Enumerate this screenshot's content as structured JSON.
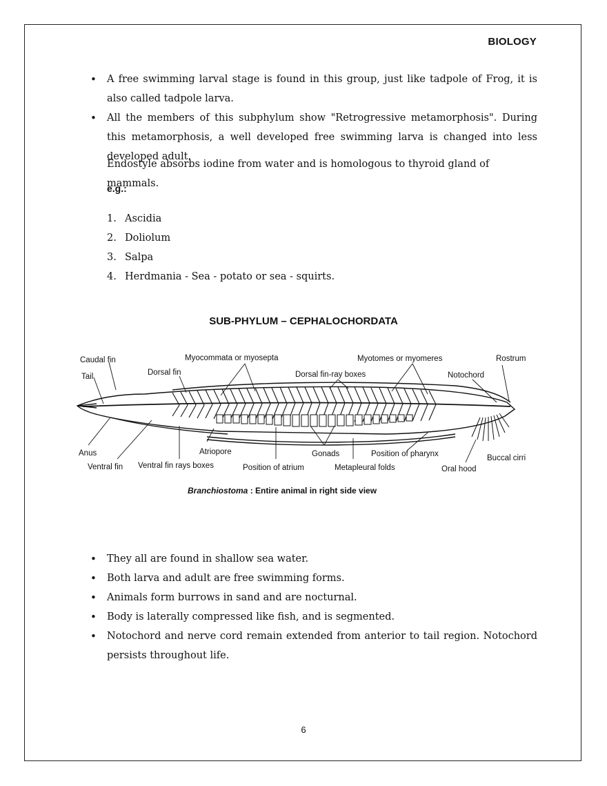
{
  "header": {
    "subject": "BIOLOGY"
  },
  "intro_bullets": [
    "A free swimming larval stage is found in this group, just like tadpole of Frog, it is also called tadpole larva.",
    "All the members of this subphylum show \"Retrogressive metamorphosis\". During this metamorphosis, a well developed free swimming larva is changed into less developed adult."
  ],
  "endostyle_note": "Endostyle absorbs iodine from water and is homologous to thyroid gland of mammals.",
  "examples": {
    "label": "e.g.:",
    "items": [
      {
        "num": "1.",
        "text": "Ascidia"
      },
      {
        "num": "2.",
        "text": "Doliolum"
      },
      {
        "num": "3.",
        "text": "Salpa"
      },
      {
        "num": "4.",
        "text": "Herdmania - Sea - potato or sea - squirts."
      }
    ]
  },
  "section_title": "SUB-PHYLUM – CEPHALOCHORDATA",
  "figure": {
    "labels": {
      "caudal_fin": "Caudal fin",
      "tail": "Tail",
      "dorsal_fin": "Dorsal fin",
      "myocommata": "Myocommata or myosepta",
      "dorsal_fin_ray_boxes": "Dorsal fin-ray boxes",
      "myotomes": "Myotomes or myomeres",
      "rostrum": "Rostrum",
      "notochord": "Notochord",
      "anus": "Anus",
      "ventral_fin": "Ventral fin",
      "ventral_fin_rays": "Ventral fin rays boxes",
      "atriopore": "Atriopore",
      "position_of_atrium": "Position of atrium",
      "gonads": "Gonads",
      "position_of_pharynx": "Position of pharynx",
      "metapleural_folds": "Metapleural folds",
      "oral_hood": "Oral hood",
      "buccal_cirri": "Buccal cirri"
    },
    "caption_italic": "Branchiostoma",
    "caption_rest": " : Entire animal in right side view"
  },
  "features": [
    "They all are found in shallow sea water.",
    "Both larva and adult are free swimming forms.",
    "Animals form burrows in sand and are nocturnal.",
    "Body is laterally compressed like fish, and is segmented.",
    "Notochord and nerve cord remain extended from anterior to tail region. Notochord persists throughout life."
  ],
  "page_number": "6"
}
